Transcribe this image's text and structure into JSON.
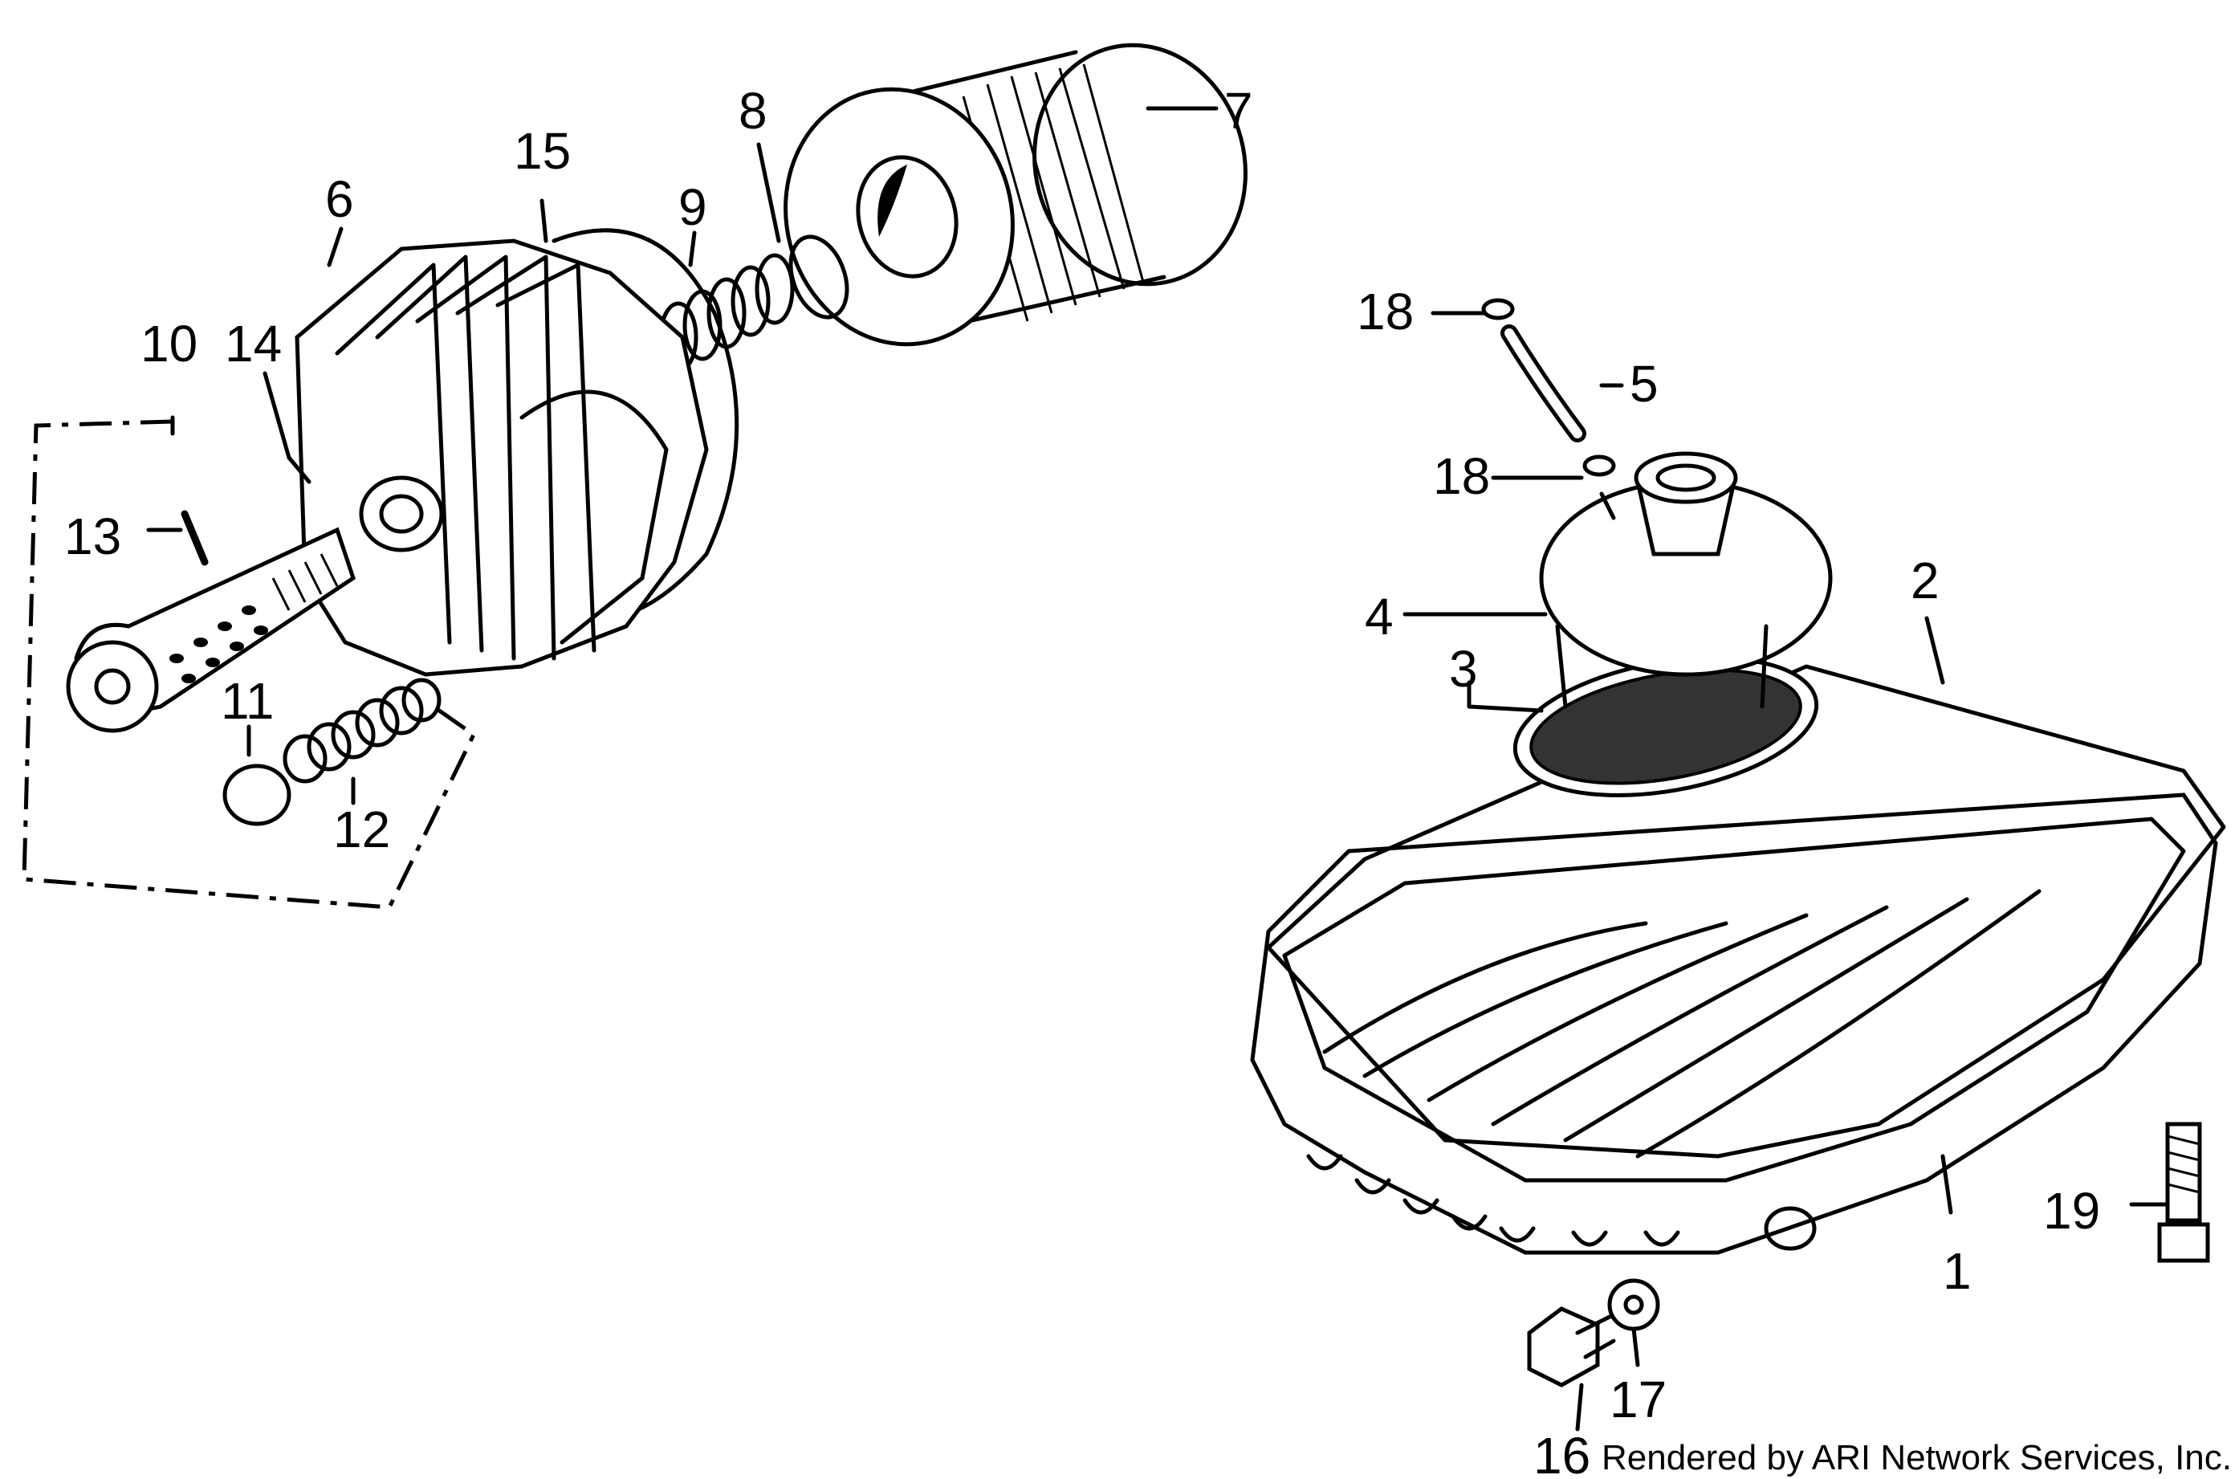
{
  "callouts": [
    {
      "id": "1",
      "label": "1"
    },
    {
      "id": "2",
      "label": "2"
    },
    {
      "id": "3",
      "label": "3"
    },
    {
      "id": "4",
      "label": "4"
    },
    {
      "id": "5",
      "label": "5"
    },
    {
      "id": "6",
      "label": "6"
    },
    {
      "id": "7",
      "label": "7"
    },
    {
      "id": "8",
      "label": "8"
    },
    {
      "id": "9",
      "label": "9"
    },
    {
      "id": "10",
      "label": "10"
    },
    {
      "id": "11",
      "label": "11"
    },
    {
      "id": "12",
      "label": "12"
    },
    {
      "id": "13",
      "label": "13"
    },
    {
      "id": "14",
      "label": "14"
    },
    {
      "id": "15",
      "label": "15"
    },
    {
      "id": "16",
      "label": "16"
    },
    {
      "id": "17",
      "label": "17"
    },
    {
      "id": "18a",
      "label": "18"
    },
    {
      "id": "18b",
      "label": "18"
    },
    {
      "id": "19",
      "label": "19"
    }
  ],
  "credit": "Rendered by ARI Network Services, Inc."
}
